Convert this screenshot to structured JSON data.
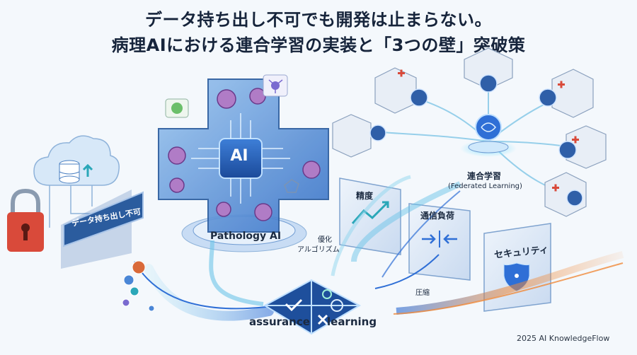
{
  "title": {
    "line1": "データ持ち出し不可でも開発は止まらない。",
    "line2": "病理AIにおける連合学習の実装と「3つの壁」突破策"
  },
  "center": {
    "ai_chip_label": "AI",
    "platform_label": "Pathology AI"
  },
  "left": {
    "sign_label": "データ持ち出し不可",
    "icons": [
      "cloud-database-icon",
      "lock-icon"
    ]
  },
  "federated": {
    "label_jp": "連合学習",
    "label_en": "(Federated Learning)"
  },
  "walls": {
    "accuracy": {
      "label": "精度",
      "note_line1": "優化",
      "note_line2": "アルゴリズム"
    },
    "communication": {
      "label": "通信負荷",
      "note": "圧縮"
    },
    "security": {
      "label": "セキュリティ"
    }
  },
  "bottom": {
    "left_label": "assurance",
    "right_label": "learning"
  },
  "footer": {
    "copyright": "2025 AI KnowledgeFlow"
  },
  "colors": {
    "title": "#16243b",
    "accent_blue": "#2f6fd6",
    "teal": "#2aa7b8",
    "lock_red": "#d94a3a",
    "flow_orange": "#f08a3a"
  }
}
